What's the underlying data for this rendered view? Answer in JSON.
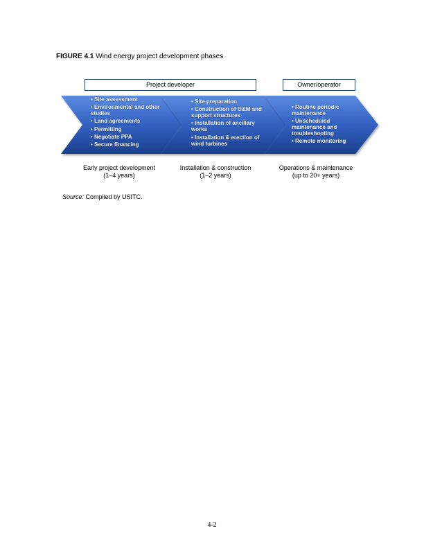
{
  "figure": {
    "label": "FIGURE 4.1",
    "title": "Wind energy project development phases"
  },
  "headers": {
    "developer": "Project developer",
    "owner": "Owner/operator"
  },
  "phases": [
    {
      "bullets": [
        "• Site assessment",
        "• Environmental and other studies",
        "• Land agreements",
        "• Permitting",
        "• Negotiate PPA",
        "• Secure financing"
      ],
      "caption_line1": "Early project development",
      "caption_line2": "(1–4 years)"
    },
    {
      "bullets": [
        "• Site preparation",
        "• Construction of O&M and support structures",
        "• Installation of ancillary works",
        "• Installation & erection of wind turbines"
      ],
      "caption_line1": "Installation & construction",
      "caption_line2": "(1–2 years)"
    },
    {
      "bullets": [
        "• Routine periodic maintenance",
        "• Unscheduled maintenance and troubleshooting",
        "• Remote monitoring"
      ],
      "caption_line1": "Operations & maintenance",
      "caption_line2": "(up to 20+ years)"
    }
  ],
  "source": {
    "label": "Source:",
    "text": " Compiled by USITC."
  },
  "page_number": "4-2",
  "colors": {
    "chevron_light": "#4f7fd4",
    "chevron_dark": "#1e4496",
    "box_border": "#1f3f7a"
  }
}
